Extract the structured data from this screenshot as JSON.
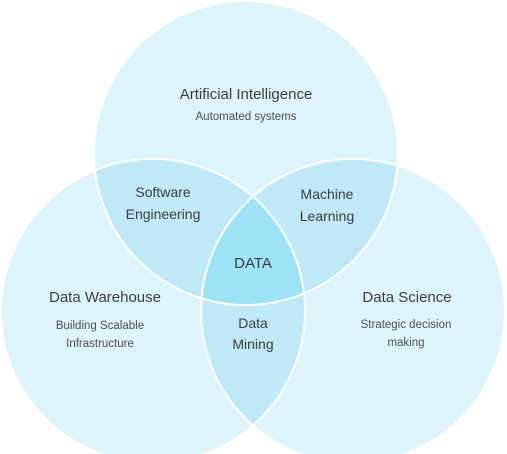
{
  "colors": {
    "circle": "#ddf4fb",
    "pair_overlap": "#bfe9f7",
    "center_overlap": "#9ee2f6",
    "divider": "#ffffff",
    "text": "#3d3d3d",
    "subtext": "#505050"
  },
  "sets": {
    "top": {
      "title": "Artificial Intelligence",
      "subtitle": [
        "Automated systems"
      ]
    },
    "left": {
      "title": "Data Warehouse",
      "subtitle": [
        "Building Scalable",
        "Infrastructure"
      ]
    },
    "right": {
      "title": "Data Science",
      "subtitle": [
        "Strategic decision",
        "making"
      ]
    }
  },
  "overlaps": {
    "top_left": [
      "Software",
      "Engineering"
    ],
    "top_right": [
      "Machine",
      "Learning"
    ],
    "left_right": [
      "Data",
      "Mining"
    ],
    "center": "DATA"
  }
}
